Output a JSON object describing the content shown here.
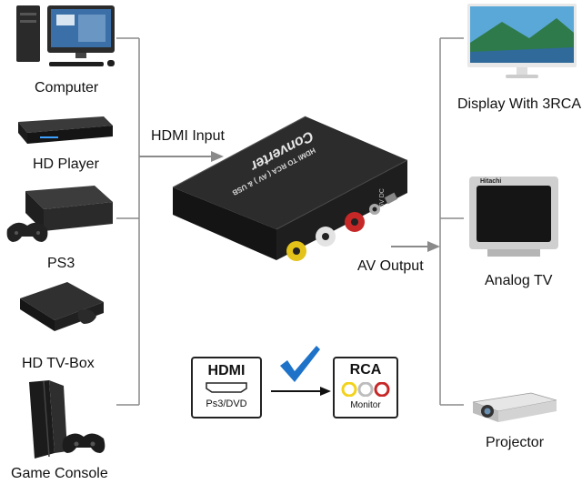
{
  "sources": [
    {
      "id": "computer",
      "label": "Computer"
    },
    {
      "id": "hd-player",
      "label": "HD Player"
    },
    {
      "id": "ps3",
      "label": "PS3"
    },
    {
      "id": "hd-tv-box",
      "label": "HD TV-Box"
    },
    {
      "id": "game-console",
      "label": "Game Console"
    }
  ],
  "outputs": [
    {
      "id": "display",
      "label": "Display With 3RCA"
    },
    {
      "id": "analog-tv",
      "label": "Analog TV"
    },
    {
      "id": "projector",
      "label": "Projector"
    }
  ],
  "hdmi_input_label": "HDMI Input",
  "av_output_label": "AV Output",
  "converter": {
    "brand_text": "Converter",
    "model_text": "HDMI TO RCA ( AV ) & USB",
    "port_label": "5V DC"
  },
  "hdmi_badge": {
    "logo": "HDMI",
    "sub": "Ps3/DVD"
  },
  "rca_badge": {
    "title": "RCA",
    "sub": "Monitor"
  },
  "tv_brand": "Hitachi",
  "colors": {
    "checkmark": "#1e73c8",
    "rca_yellow": "#f2d21b",
    "rca_white": "#e8e8e8",
    "rca_red": "#c62828",
    "line": "#8a8a8a"
  }
}
